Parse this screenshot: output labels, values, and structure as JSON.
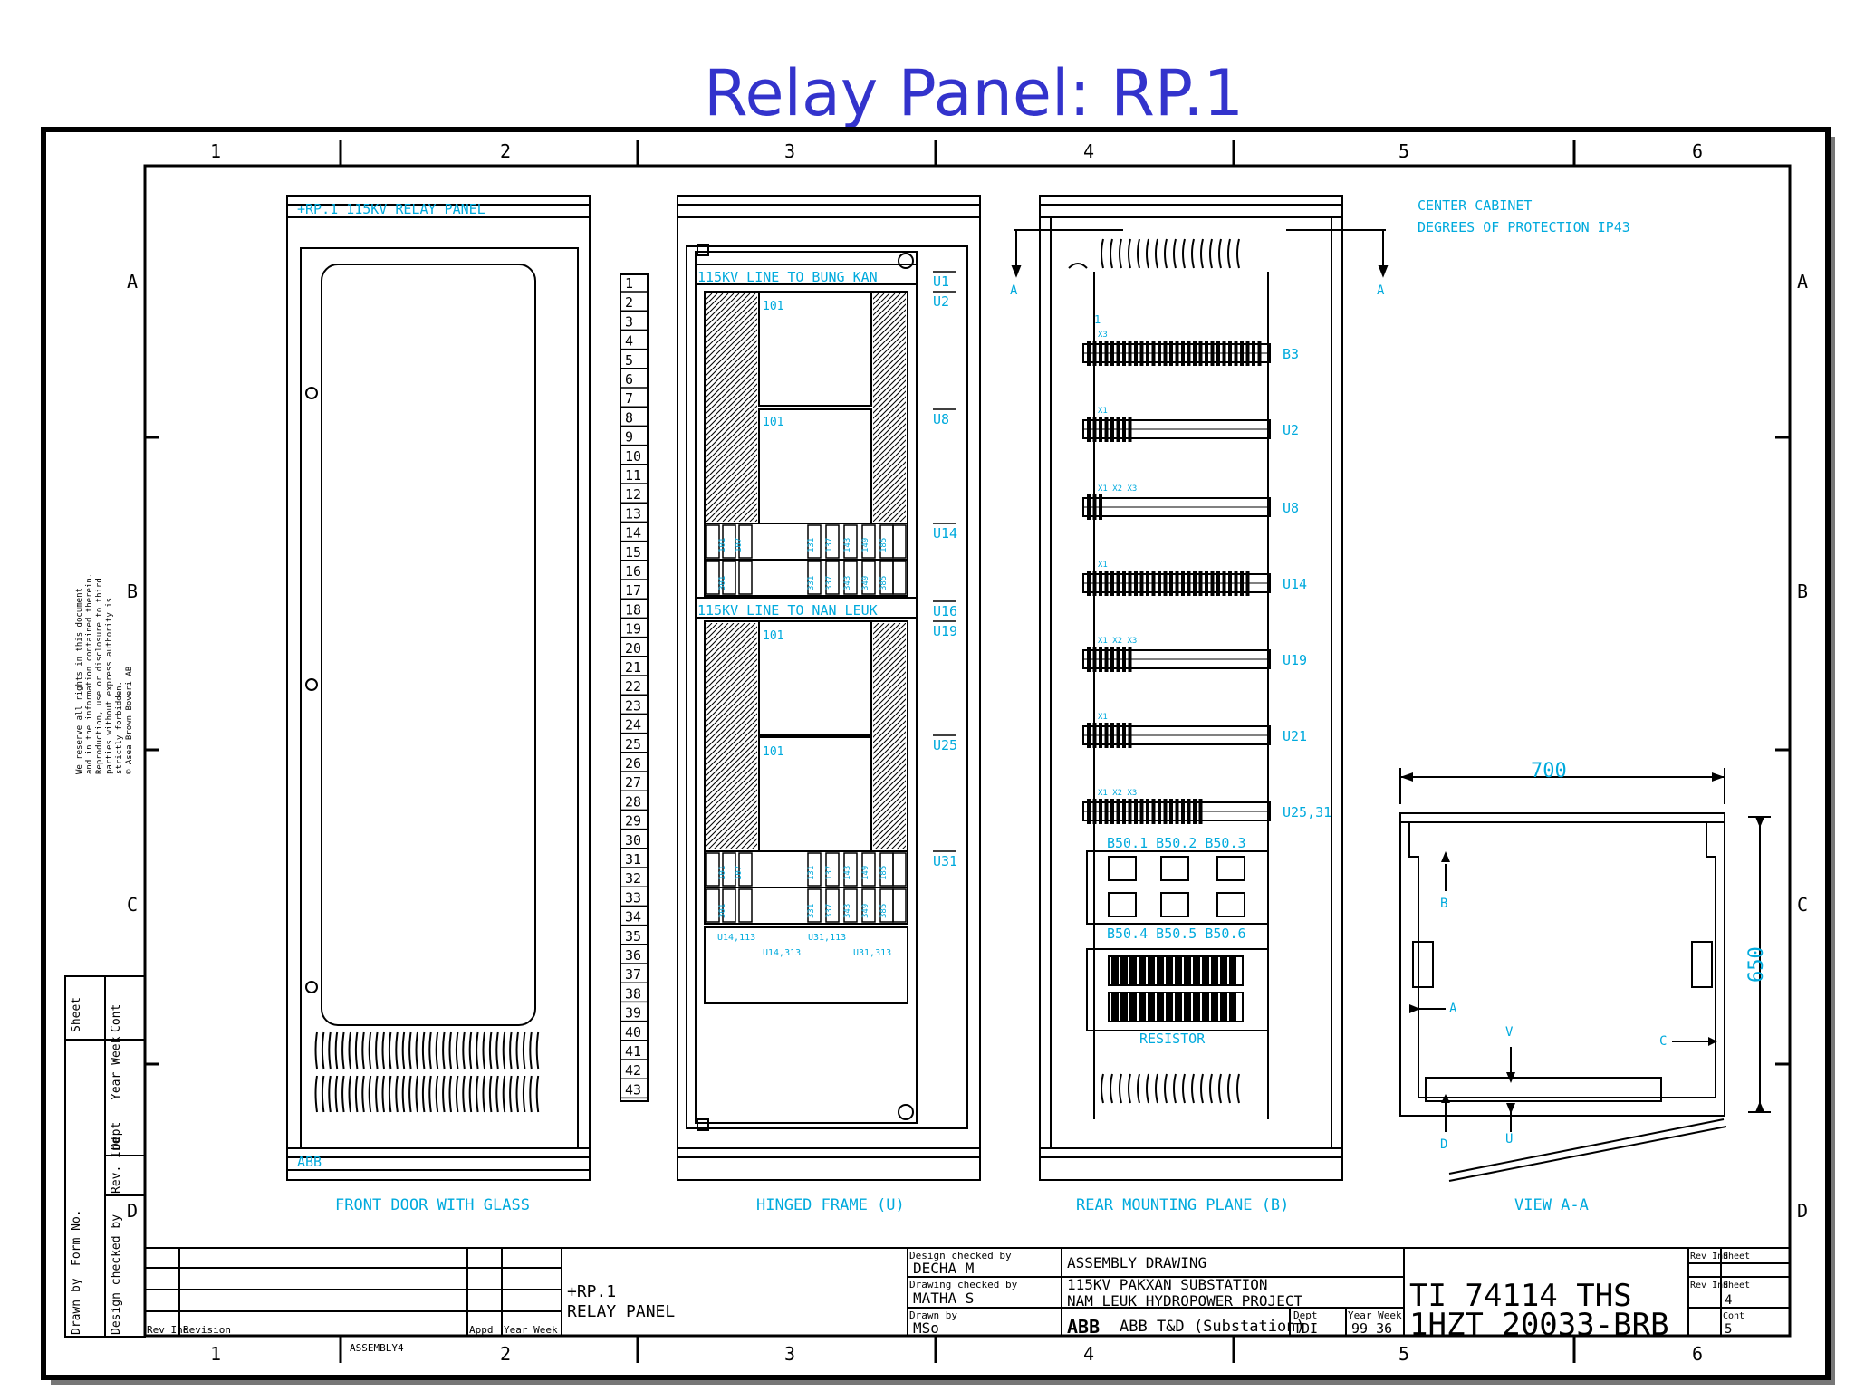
{
  "slide": {
    "title": "Relay Panel: RP.1"
  },
  "colors": {
    "title": "#3333cc",
    "cyan": "#00aadd",
    "ink": "#000000"
  },
  "grid": {
    "cols": [
      "1",
      "2",
      "3",
      "4",
      "5",
      "6"
    ],
    "rows": [
      "A",
      "B",
      "C",
      "D"
    ]
  },
  "notice": [
    "We reserve all rights in this document",
    "and in the information contained therein.",
    "Reproduction, use or disclosure to third",
    "parties without express authority is",
    "strictly forbidden.",
    "© Asea Brown Boveri AB"
  ],
  "front_door": {
    "header": "+RP.1  115KV RELAY PANEL",
    "footer_logo": "ABB",
    "caption": "FRONT DOOR WITH GLASS"
  },
  "row_numbers": [
    "1",
    "2",
    "3",
    "4",
    "5",
    "6",
    "7",
    "8",
    "9",
    "10",
    "11",
    "12",
    "13",
    "14",
    "15",
    "16",
    "17",
    "18",
    "19",
    "20",
    "21",
    "22",
    "23",
    "24",
    "25",
    "26",
    "27",
    "28",
    "29",
    "30",
    "31",
    "32",
    "33",
    "34",
    "35",
    "36",
    "37",
    "38",
    "39",
    "40",
    "41",
    "42",
    "43"
  ],
  "hinged_frame": {
    "caption": "HINGED FRAME (U)",
    "line1": "115KV LINE TO BUNG KAN",
    "line2": "115KV LINE TO NAN LEUK",
    "relay_tag": "101",
    "u_labels": [
      "U1",
      "U2",
      "U8",
      "U14",
      "U16",
      "U19",
      "U25",
      "U31"
    ],
    "small_a": [
      "101",
      "107",
      "131",
      "137",
      "143",
      "149",
      "185"
    ],
    "small_b": [
      "301",
      "331",
      "337",
      "343",
      "349",
      "385"
    ],
    "bottom_tags": [
      "U14,113",
      "U14,313",
      "U31,113",
      "U31,313"
    ]
  },
  "rear_plane": {
    "caption": "REAR MOUNTING PLANE (B)",
    "section_mark": "A",
    "rail_labels": [
      "B3",
      "U2",
      "U8",
      "U14",
      "U19",
      "U21",
      "U25,31"
    ],
    "rail_tags": [
      "X3",
      "X1",
      "X1 X2 X3",
      "X1",
      "X1 X2 X3",
      "X1",
      "X1 X2 X3"
    ],
    "first_mark": "1",
    "breakers_top": "B50.1  B50.2  B50.3",
    "breakers_bottom": "B50.4  B50.5  B50.6",
    "resistor": "RESISTOR"
  },
  "cabinet": {
    "line1": "CENTER CABINET",
    "line2": "DEGREES OF PROTECTION IP43"
  },
  "view_aa": {
    "caption": "VIEW A-A",
    "width": "700",
    "height": "650",
    "marks": [
      "B",
      "A",
      "V",
      "C",
      "D",
      "U"
    ]
  },
  "side_block": {
    "sheet": "Sheet",
    "cont": "Cont",
    "year_week": "Year Week",
    "dept": "Dept",
    "rev_ind": "Rev. Ind",
    "form_no": "Form No.",
    "drawn_by": "Drawn by",
    "checked_by": "Design checked by"
  },
  "rev_table": {
    "rev_ind": "Rev Ind",
    "revision": "Revision",
    "appd": "Appd",
    "year_week": "Year Week",
    "file": "ASSEMBLY4"
  },
  "title_block": {
    "title1": "+RP.1",
    "title2": "RELAY PANEL",
    "design_checked_label": "Design checked by",
    "design_checked": "DECHA  M",
    "drawing_checked_label": "Drawing checked by",
    "drawing_checked": "MATHA  S",
    "drawn_by_label": "Drawn by",
    "drawn_by": "MSo",
    "desc1": "ASSEMBLY DRAWING",
    "desc2": "115KV PAKXAN SUBSTATION",
    "desc3": "NAM LEUK HYDROPOWER PROJECT",
    "company": "ABB T&D (Substation)",
    "logo": "ABB",
    "dept_label": "Dept",
    "dept": "TDI",
    "yw_label": "Year Week",
    "yw": "99  36",
    "doc1": "TI  74114  THS",
    "doc2": "1HZT  20033-BRB",
    "rev_ind_label": "Rev Ind",
    "sheet_label": "Sheet",
    "sheet": "4",
    "cont_label": "Cont",
    "cont": "5"
  }
}
